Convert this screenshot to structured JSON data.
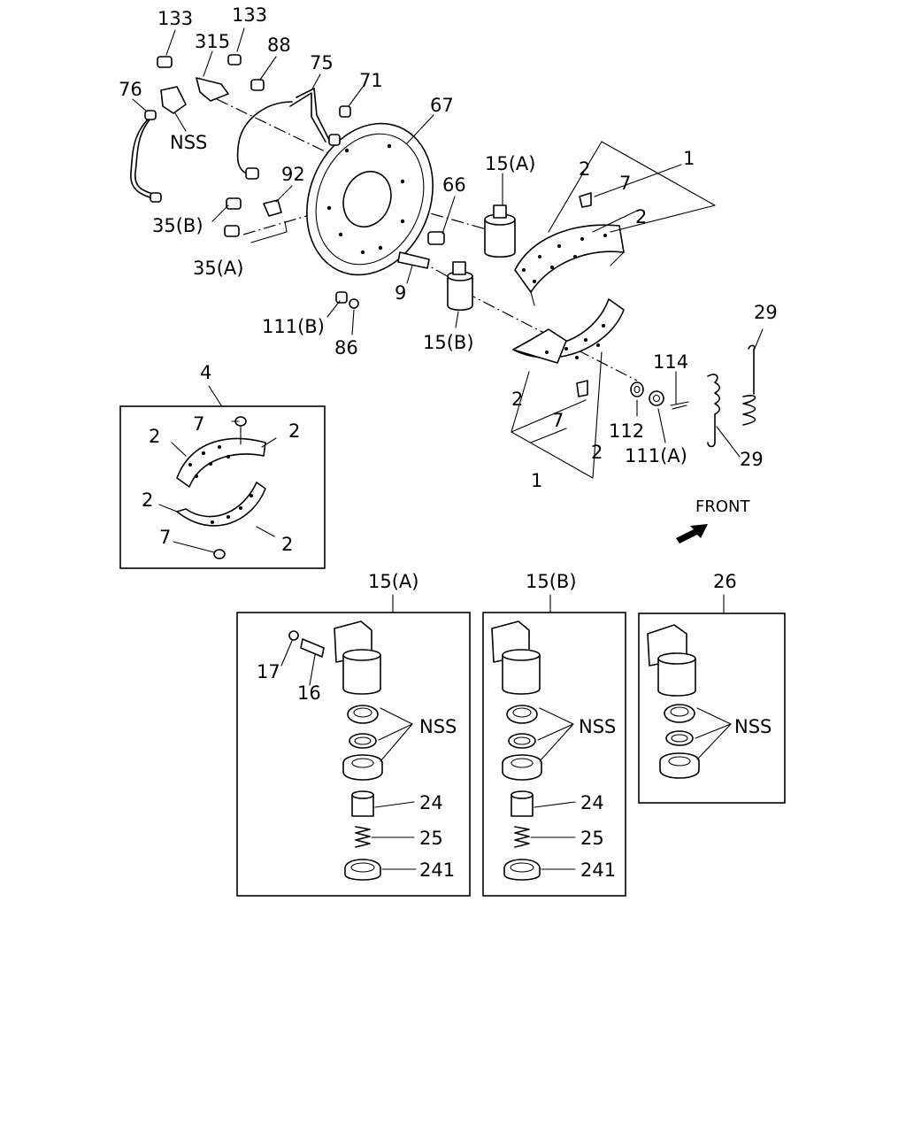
{
  "labels": {
    "l133a": "133",
    "l133b": "133",
    "l315": "315",
    "l88": "88",
    "l75": "75",
    "l76": "76",
    "l71": "71",
    "l67": "67",
    "lNSSTop": "NSS",
    "l92": "92",
    "l35B": "35(B)",
    "l35A": "35(A)",
    "l66": "66",
    "l15A": "15(A)",
    "l9": "9",
    "l15B": "15(B)",
    "l111B": "111(B)",
    "l86": "86",
    "l1a": "1",
    "l7a": "7",
    "l2a": "2",
    "l2b": "2",
    "l29a": "29",
    "l114": "114",
    "l2c": "2",
    "l7b": "7",
    "l112": "112",
    "l111A": "111(A)",
    "l29b": "29",
    "l2d": "2",
    "l1b": "1",
    "front": "FRONT"
  },
  "kit4": {
    "title": "4",
    "l7a": "7",
    "l2a": "2",
    "l2b": "2",
    "l2c": "2",
    "l2d": "2",
    "l7b": "7"
  },
  "kit15A": {
    "title": "15(A)",
    "l17": "17",
    "l16": "16",
    "nss": "NSS",
    "l24": "24",
    "l25": "25",
    "l241": "241"
  },
  "kit15B": {
    "title": "15(B)",
    "nss": "NSS",
    "l24": "24",
    "l25": "25",
    "l241": "241"
  },
  "kit26": {
    "title": "26",
    "nss": "NSS"
  }
}
